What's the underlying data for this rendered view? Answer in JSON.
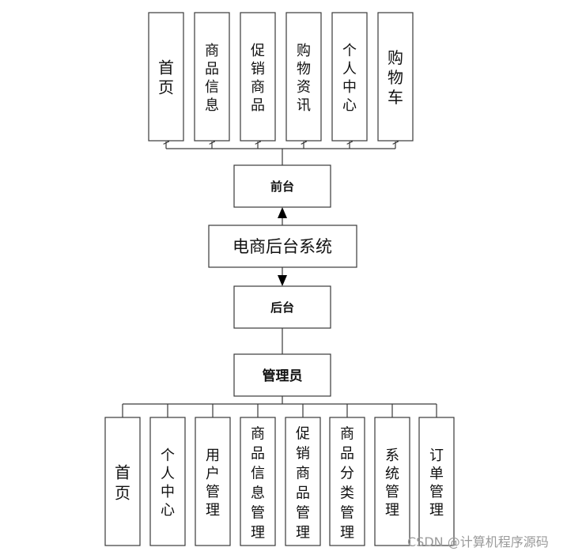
{
  "diagram": {
    "front_modules": [
      {
        "id": "front-home",
        "label": "首页"
      },
      {
        "id": "front-product-info",
        "label": "商品信息"
      },
      {
        "id": "front-promo-products",
        "label": "促销商品"
      },
      {
        "id": "front-shopping-news",
        "label": "购物资讯"
      },
      {
        "id": "front-personal-center",
        "label": "个人中心"
      },
      {
        "id": "front-cart",
        "label": "购物车"
      }
    ],
    "front_label": "前台",
    "system_label": "电商后台系统",
    "back_label": "后台",
    "admin_label": "管理员",
    "admin_modules": [
      {
        "id": "admin-home",
        "label": "首页"
      },
      {
        "id": "admin-personal-center",
        "label": "个人中心"
      },
      {
        "id": "admin-user-management",
        "label": "用户管理"
      },
      {
        "id": "admin-product-info-management",
        "label": "商品信息管理"
      },
      {
        "id": "admin-promo-product-management",
        "label": "促销商品管理"
      },
      {
        "id": "admin-product-category-management",
        "label": "商品分类管理"
      },
      {
        "id": "admin-system-management",
        "label": "系统管理"
      },
      {
        "id": "admin-order-management",
        "label": "订单管理"
      }
    ]
  },
  "watermark": "CSDN @计算机程序源码"
}
